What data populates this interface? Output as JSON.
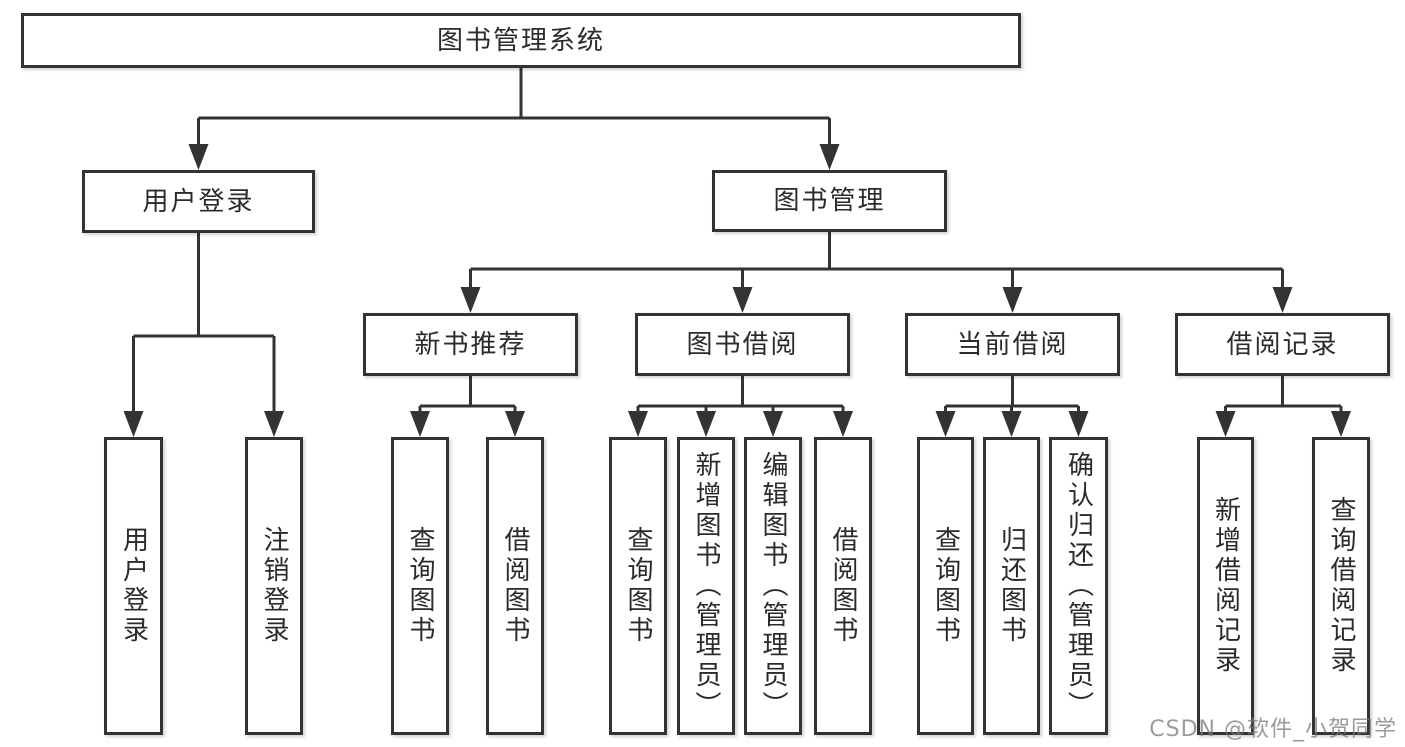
{
  "tree": {
    "label": "图书管理系统",
    "children": [
      {
        "label": "用户登录",
        "children": [
          {
            "label": "用户登录"
          },
          {
            "label": "注销登录"
          }
        ]
      },
      {
        "label": "图书管理",
        "children": [
          {
            "label": "新书推荐",
            "children": [
              {
                "label": "查询图书"
              },
              {
                "label": "借阅图书"
              }
            ]
          },
          {
            "label": "图书借阅",
            "children": [
              {
                "label": "查询图书"
              },
              {
                "label": "新增图书（管理员）"
              },
              {
                "label": "编辑图书（管理员）"
              },
              {
                "label": "借阅图书"
              }
            ]
          },
          {
            "label": "当前借阅",
            "children": [
              {
                "label": "查询图书"
              },
              {
                "label": "归还图书"
              },
              {
                "label": "确认归还（管理员）"
              }
            ]
          },
          {
            "label": "借阅记录",
            "children": [
              {
                "label": "新增借阅记录"
              },
              {
                "label": "查询借阅记录"
              }
            ]
          }
        ]
      }
    ]
  },
  "watermark": {
    "text": "CSDN @软件_小贺同学"
  },
  "colors": {
    "line": "#333333",
    "box_border": "#333333",
    "box_fill": "#ffffff",
    "text": "#2b2b2b",
    "background": "#ffffff",
    "watermark": "#7a7a7a"
  }
}
